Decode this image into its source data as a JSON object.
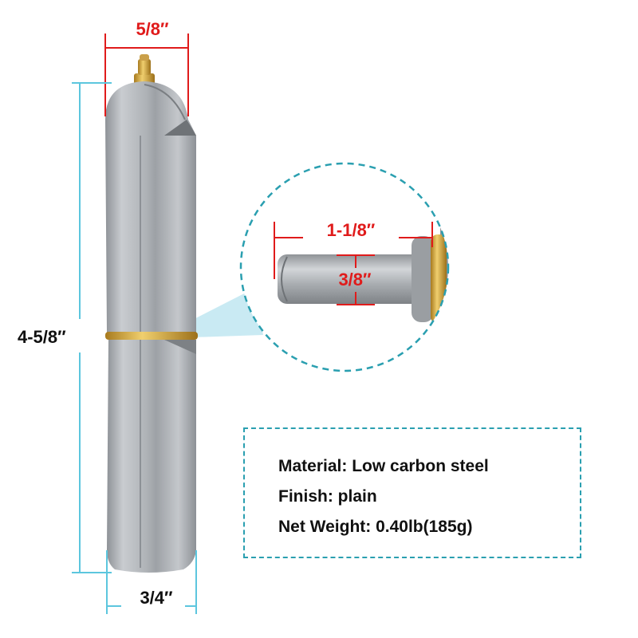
{
  "colors": {
    "dimension_red": "#e01b1b",
    "dimension_blue": "#5cc6de",
    "callout_teal": "#2a9fb0",
    "steel": "#b9bcc0",
    "brass": "#d4a63a",
    "text": "#111111"
  },
  "dimensions": {
    "top_diameter": "5/8″",
    "overall_height": "4-5/8″",
    "bottom_width": "3/4″",
    "pin_length": "1-1/8″",
    "pin_diameter": "3/8″"
  },
  "specs": {
    "material": "Material: Low carbon steel",
    "finish": "Finish: plain",
    "net_weight": "Net Weight: 0.40lb(185g)"
  }
}
